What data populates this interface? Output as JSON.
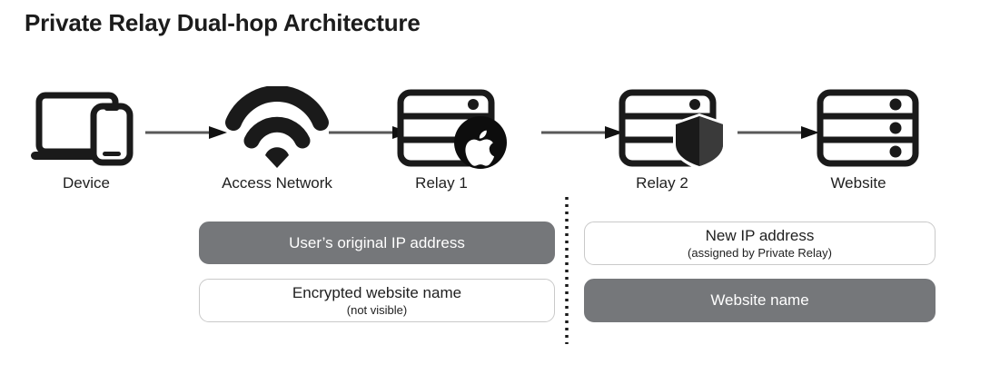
{
  "title": "Private Relay Dual-hop Architecture",
  "colors": {
    "filled_chip_bg": "#75777a",
    "outline_chip_border": "#c9c9c9",
    "icon_stroke": "#1a1a1a",
    "arrow": "#595959",
    "text": "#1f1f1f",
    "background": "#ffffff"
  },
  "nodes": [
    {
      "label": "Device",
      "icon": "laptop-phone-icon"
    },
    {
      "label": "Access Network",
      "icon": "wifi-icon"
    },
    {
      "label": "Relay 1",
      "icon": "server-apple-icon"
    },
    {
      "label": "Relay 2",
      "icon": "server-shield-icon"
    },
    {
      "label": "Website",
      "icon": "server-icon"
    }
  ],
  "arrows": [
    {
      "name": "arrow-device-to-access-network"
    },
    {
      "name": "arrow-access-network-to-relay1"
    },
    {
      "name": "arrow-relay1-to-relay2"
    },
    {
      "name": "arrow-relay2-to-website"
    }
  ],
  "divider": {
    "name": "dotted-divider",
    "style": "dotted-vertical"
  },
  "chips": {
    "left": [
      {
        "main": "User’s original IP address",
        "sub": "",
        "style": "filled"
      },
      {
        "main": "Encrypted website name",
        "sub": "(not visible)",
        "style": "outline"
      }
    ],
    "right": [
      {
        "main": "New IP address",
        "sub": "(assigned by Private Relay)",
        "style": "outline"
      },
      {
        "main": "Website name",
        "sub": "",
        "style": "filled"
      }
    ]
  }
}
